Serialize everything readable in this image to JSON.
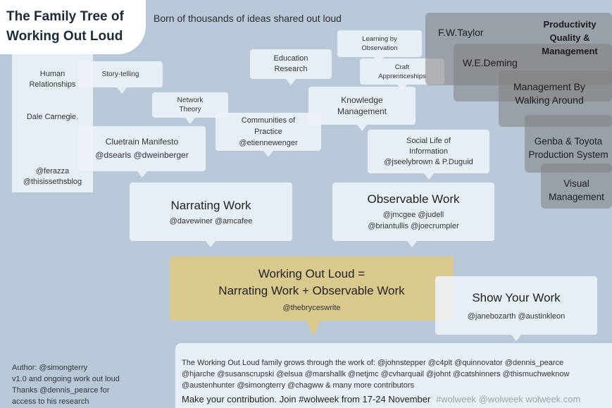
{
  "title": {
    "line1": "The Family Tree of",
    "line2": "Working Out Loud"
  },
  "subtitle": "Born of thousands of ideas shared out loud",
  "colors": {
    "background": "#b9c8d9",
    "bubble": "#eef3f8",
    "center": "#d9c98c",
    "grey_panel": "#7f7f7f"
  },
  "left_column": {
    "human_relationships": [
      "Human",
      "Relationships"
    ],
    "dale_carnegie": "Dale Carnegie.",
    "handles": [
      "@ferazza",
      "@thisissethsblog"
    ]
  },
  "bubbles": {
    "storytelling": [
      "Story-telling"
    ],
    "network_theory": [
      "Network",
      "Theory"
    ],
    "education_research": [
      "Education",
      "Research"
    ],
    "learning_by_observation": [
      "Learning by",
      "Observation"
    ],
    "craft_apprenticeships": [
      "Craft",
      "Apprenticeships"
    ],
    "knowledge_management": [
      "Knowledge",
      "Management"
    ],
    "communities_of_practice": [
      "Communities of",
      "Practice",
      "@etiennewenger"
    ],
    "cluetrain": [
      "Cluetrain Manifesto",
      "@dsearls @dweinberger"
    ],
    "social_life": [
      "Social Life of",
      "Information",
      "@jseelybrown & P.Duguid"
    ]
  },
  "narrating_work": {
    "title": "Narrating Work",
    "handles": "@davewiner @amcafee"
  },
  "observable_work": {
    "title": "Observable Work",
    "handles": [
      "@jmcgee @judell",
      "@briantullis @joecrumpler"
    ]
  },
  "center": {
    "line1": "Working Out Loud =",
    "line2": "Narrating Work + Observable Work",
    "handle": "@thebryceswrite"
  },
  "show_your_work": {
    "title": "Show Your Work",
    "handles": "@janebozarth @austinkleon"
  },
  "management": {
    "heading": [
      "Productivity",
      "Quality &",
      "Management"
    ],
    "taylor": "F.W.Taylor",
    "deming": "W.E.Deming",
    "mbwa": [
      "Management By",
      "Walking Around"
    ],
    "genba": [
      "Genba & Toyota",
      "Production System"
    ],
    "visual": [
      "Visual",
      "Management"
    ]
  },
  "author": [
    "Author: @simongterry",
    "v1.0 and ongoing work out loud",
    "Thanks @dennis_pearce for",
    "access to his research"
  ],
  "family": {
    "lines": [
      "The Working Out Loud family grows through the work of: @johnstepper @c4plt @quinnovator @dennis_pearce",
      "@hjarche @susanscrupski @elsua @marshallk @netjmc @cvharquail @johnt @catshinners @thismuchweknow",
      "@austenhunter @simongterry @chagww & many more contributors"
    ],
    "cta": "Make your contribution. Join #wolweek from 17-24 November",
    "tags": "#wolweek @wolweek wolweek.com"
  }
}
